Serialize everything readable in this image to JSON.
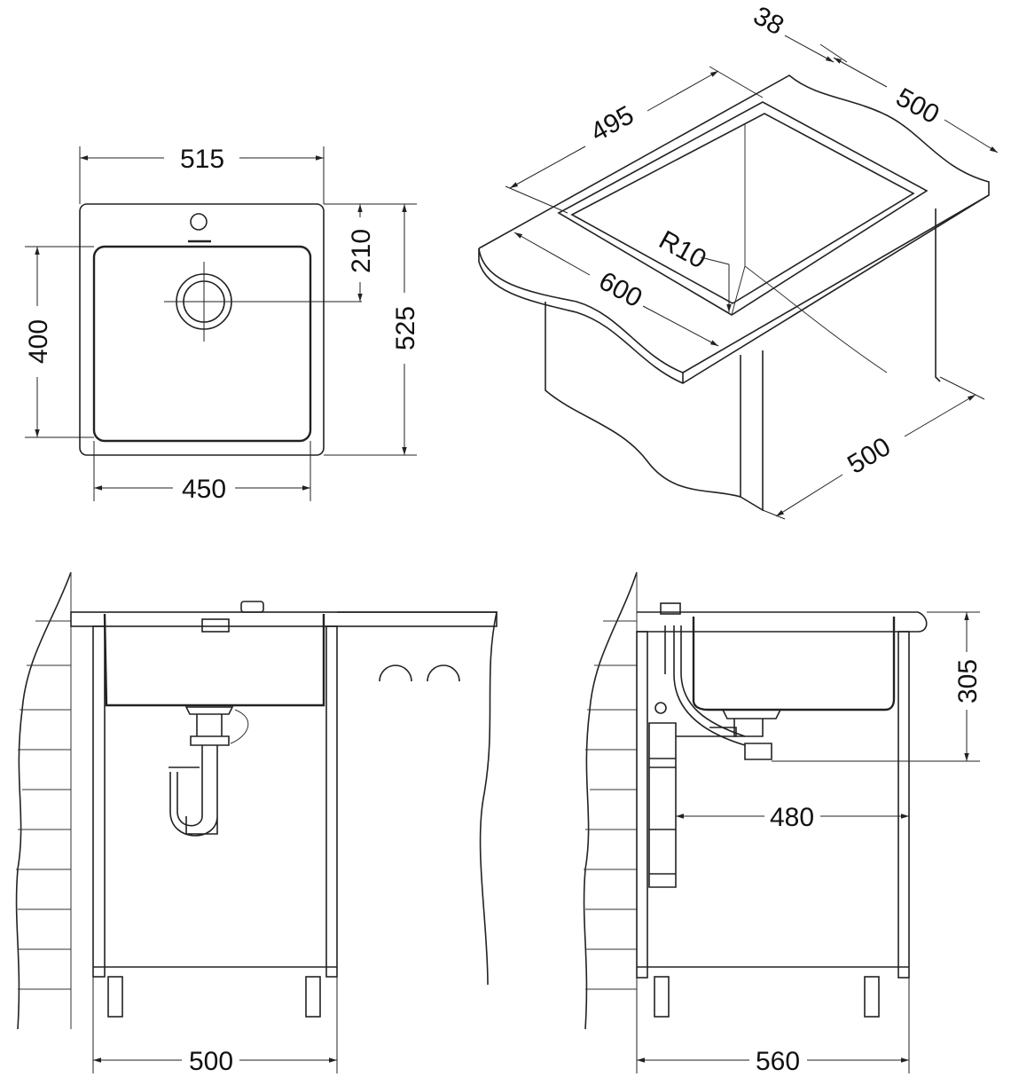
{
  "plan_view": {
    "width_outer": "515",
    "width_inner": "450",
    "depth_inner": "400",
    "drain_offset": "210",
    "depth_outer": "525"
  },
  "isometric_view": {
    "flange": "38",
    "bowl_length": "495",
    "depth_right": "500",
    "radius": "R10",
    "cabinet_width": "600",
    "cabinet_depth": "500"
  },
  "front_elevation": {
    "cabinet_width": "500"
  },
  "side_elevation": {
    "sink_depth": "305",
    "drain_distance": "480",
    "cabinet_depth": "560"
  }
}
